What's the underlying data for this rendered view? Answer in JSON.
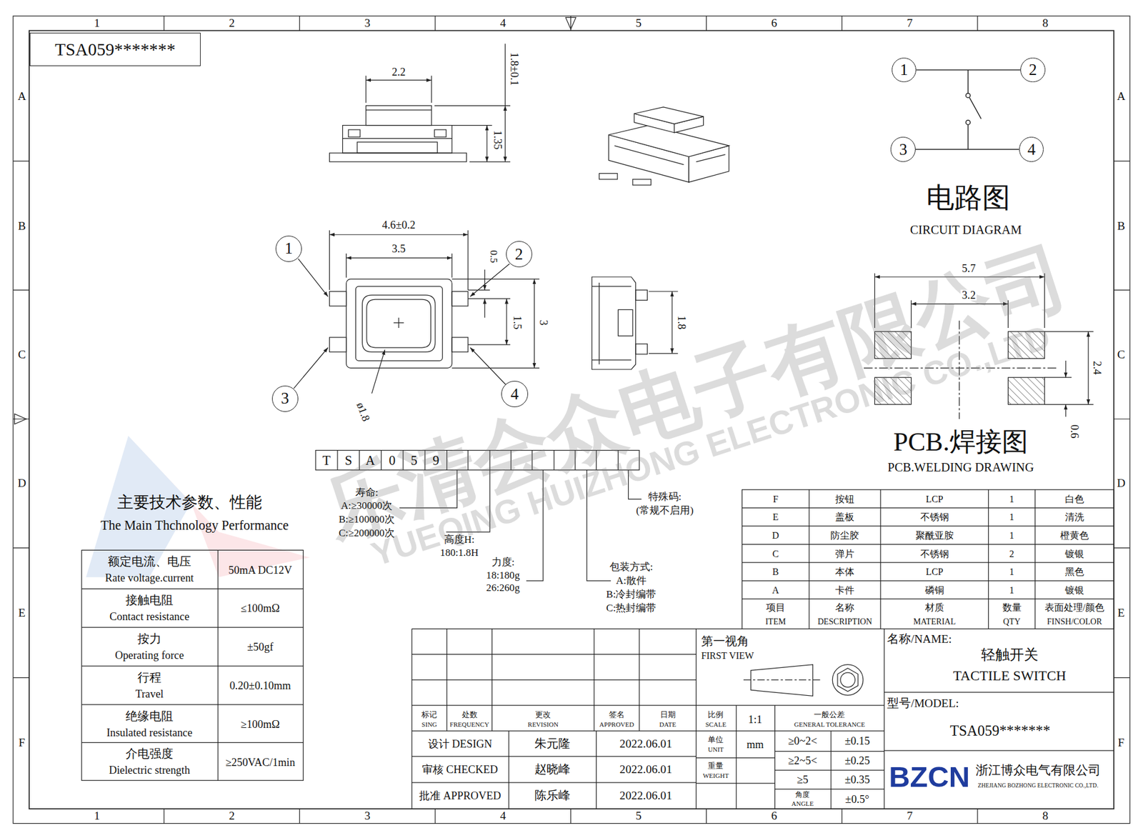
{
  "diagram": {
    "nodes": [
      {
        "text": [
          "TSA059*******"
        ]
      },
      {
        "text": [
          "1"
        ]
      },
      {
        "text": [
          "2"
        ]
      },
      {
        "text": [
          "3"
        ]
      },
      {
        "text": [
          "4"
        ]
      },
      {
        "text": [
          "1"
        ]
      },
      {
        "text": [
          "2"
        ]
      },
      {
        "text": [
          "3"
        ]
      },
      {
        "text": [
          "4"
        ]
      }
    ],
    "edges": [
      {
        "from": 5,
        "to": 6,
        "arrow": "none"
      },
      {
        "from": 7,
        "to": 8,
        "arrow": "none"
      }
    ],
    "labels": [
      "1",
      "2",
      "3",
      "4",
      "5",
      "6",
      "7",
      "8",
      "1",
      "2",
      "3",
      "4",
      "5",
      "6",
      "7",
      "8",
      "A",
      "B",
      "C",
      "D",
      "E",
      "F",
      "A",
      "B",
      "C",
      "D",
      "E",
      "F",
      "2.2",
      "1.8±0.1",
      "1.35",
      "4.6±0.2",
      "3.5",
      "0.5",
      "1.5",
      "3",
      "ø1.8",
      "1.8",
      "电路图",
      "CIRCUIT DIAGRAM",
      "5.7",
      "3.2",
      "2.4",
      "0.6",
      "PCB.焊接图",
      "PCB.WELDING DRAWING",
      "乐清会众电子有限公司",
      "YUEQING HUIZHONG ELECTRONIC CO.,LTD",
      "T",
      "S",
      "A",
      "0",
      "5",
      "9",
      "寿命:",
      "A:≥30000次",
      "B:≥100000次",
      "C:≥200000次",
      "高度H:",
      "180:1.8H",
      "力度:",
      "18:180g",
      "26:260g",
      "包装方式:",
      "A:散件",
      "B:冷封编带",
      "C:热封编带",
      "特殊码:",
      "(常规不启用)",
      "主要技术参数、性能",
      "The Main Thchnology Performance",
      "额定电流、电压",
      "Rate voltage.current",
      "50mA DC12V",
      "接触电阻",
      "Contact resistance",
      "≤100mΩ",
      "按力",
      "Operating force",
      "±50gf",
      "行程",
      "Travel",
      "0.20±0.10mm",
      "绝缘电阻",
      "Insulated resistance",
      "≥100mΩ",
      "介电强度",
      "Dielectric strength",
      "≥250VAC/1min",
      "F",
      "按钮",
      "LCP",
      "1",
      "白色",
      "E",
      "盖板",
      "不锈钢",
      "1",
      "清洗",
      "D",
      "防尘胶",
      "聚酰亚胺",
      "1",
      "橙黄色",
      "C",
      "弹片",
      "不锈钢",
      "2",
      "镀银",
      "B",
      "本体",
      "LCP",
      "1",
      "黑色",
      "A",
      "卡件",
      "磷铜",
      "1",
      "镀银",
      "项目",
      "ITEM",
      "名称",
      "DESCRIPTION",
      "材质",
      "MATERIAL",
      "数量",
      "QTY",
      "表面处理/颜色",
      "FINSH/COLOR",
      "标记",
      "SING",
      "处数",
      "FREQUENCY",
      "更改",
      "REVISION",
      "签名",
      "APPROVED",
      "日期",
      "DATE",
      "设计 DESIGN",
      "朱元隆",
      "2022.06.01",
      "审核 CHECKED",
      "赵晓峰",
      "2022.06.01",
      "批准 APPROVED",
      "陈乐峰",
      "2022.06.01",
      "第一视角",
      "FIRST VIEW",
      "比例",
      "SCALE",
      "1:1",
      "一般公差",
      "GENERAL TOLERANCE",
      "单位",
      "UNIT",
      "mm",
      "重量",
      "WEIGHT",
      "≥0~2<",
      "±0.15",
      "≥2~5<",
      "±0.25",
      "≥5",
      "±0.35",
      "角度",
      "ANGLE",
      "±0.5°",
      "名称/NAME:",
      "轻触开关",
      "TACTILE SWITCH",
      "型号/MODEL:",
      "TSA059*******",
      "BZCN",
      "浙江博众电气有限公司",
      "ZHEJIANG BOZHONG ELECTRONIC CO.,LTD."
    ]
  }
}
